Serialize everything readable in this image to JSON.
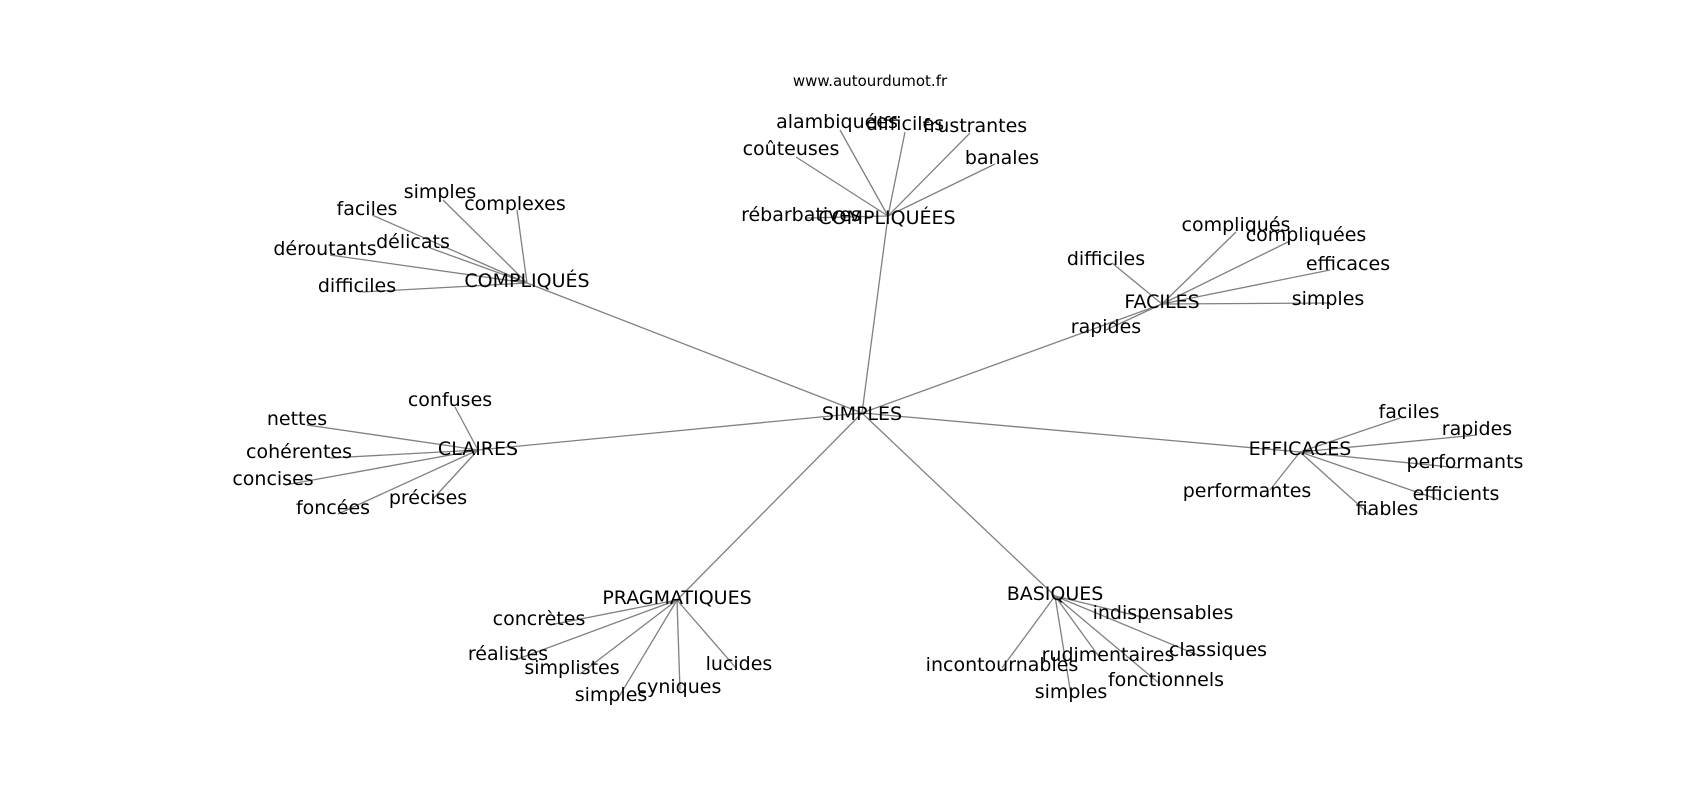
{
  "site": "www.autourdumot.fr",
  "colors": {
    "edge": "#808080",
    "text": "#000000",
    "background": "#ffffff"
  },
  "center": "SIMPLES",
  "clusters": [
    {
      "hub": "COMPLIQUÉS",
      "leaves": [
        "simples",
        "complexes",
        "faciles",
        "délicats",
        "déroutants",
        "difficiles"
      ]
    },
    {
      "hub": "COMPLIQUÉES",
      "leaves": [
        "alambiquées",
        "difficiles",
        "frustrantes",
        "coûteuses",
        "banales",
        "rébarbatives"
      ]
    },
    {
      "hub": "FACILES",
      "leaves": [
        "compliqués",
        "compliquées",
        "difficiles",
        "efficaces",
        "simples",
        "rapides"
      ]
    },
    {
      "hub": "CLAIRES",
      "leaves": [
        "confuses",
        "nettes",
        "cohérentes",
        "concises",
        "foncées",
        "précises"
      ]
    },
    {
      "hub": "EFFICACES",
      "leaves": [
        "faciles",
        "rapides",
        "performants",
        "efficients",
        "fiables",
        "performantes"
      ]
    },
    {
      "hub": "PRAGMATIQUES",
      "leaves": [
        "concrètes",
        "réalistes",
        "simplistes",
        "simples",
        "cyniques",
        "lucides"
      ]
    },
    {
      "hub": "BASIQUES",
      "leaves": [
        "indispensables",
        "classiques",
        "rudimentaires",
        "fonctionnels",
        "simples",
        "incontournables"
      ]
    }
  ]
}
